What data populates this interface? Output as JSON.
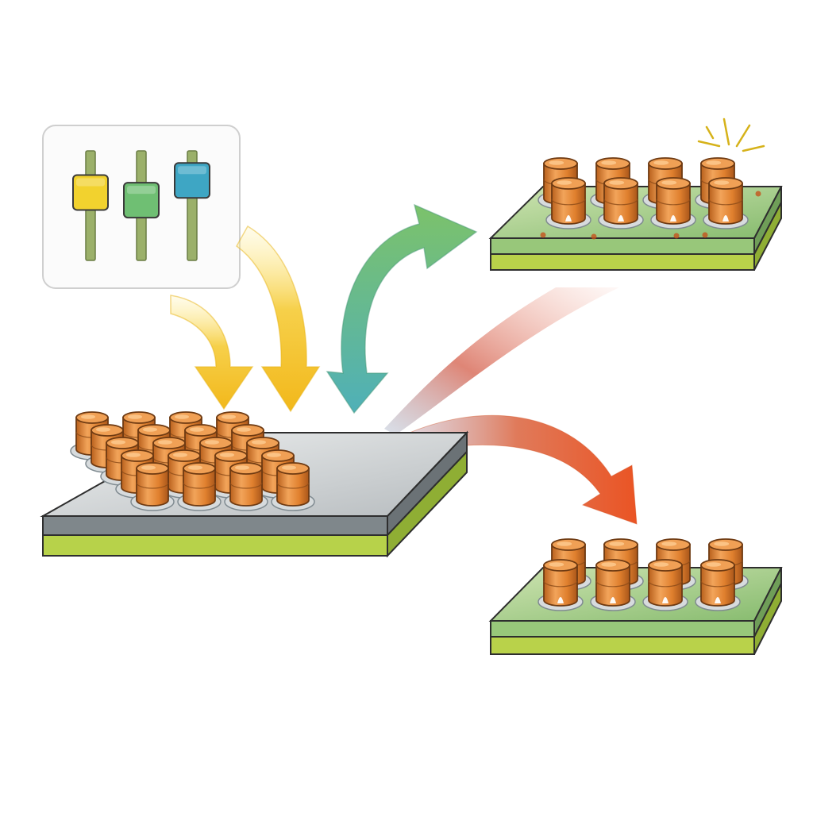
{
  "diagram": {
    "panel": {
      "sliders": [
        {
          "name": "slider-yellow",
          "color": "#f2d22e",
          "level": 0.62
        },
        {
          "name": "slider-green",
          "color": "#6fbf73",
          "level": 0.55
        },
        {
          "name": "slider-teal",
          "color": "#3ea6c4",
          "level": 0.73
        }
      ]
    },
    "boards": {
      "source": {
        "pillar_rows": 5,
        "pillar_cols": 4
      },
      "top_right": {
        "pillar_rows": 2,
        "pillar_cols": 4,
        "state": "sparking"
      },
      "bottom_right": {
        "pillar_rows": 2,
        "pillar_cols": 4,
        "state": "stable"
      }
    },
    "arrows": [
      {
        "name": "input-arrow-1",
        "color": "#f2c21b"
      },
      {
        "name": "input-arrow-2",
        "color": "#f2c21b"
      },
      {
        "name": "bidirectional-arrow",
        "color_from": "#5fb6b0",
        "color_to": "#6fc06f"
      },
      {
        "name": "output-arrow-top",
        "color": "#e07060"
      },
      {
        "name": "output-arrow-bottom",
        "color": "#e85a2c"
      }
    ],
    "colors": {
      "copper": "#d9782a",
      "copper_light": "#f2a45a",
      "board_green": "#8fc46a",
      "board_lime": "#b9d24a",
      "board_gray": "#9aa0a3"
    }
  }
}
